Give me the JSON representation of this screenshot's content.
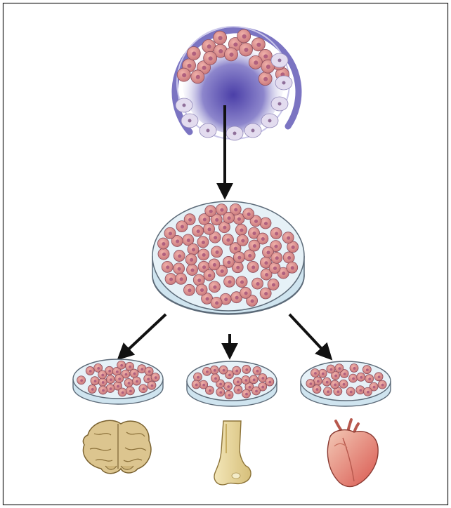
{
  "figure": {
    "stages": [
      {
        "id": "blastocyst",
        "icon": "blastocyst-icon"
      },
      {
        "id": "stem-cell-culture",
        "icon": "petri-dish-icon"
      },
      {
        "id": "neural-culture",
        "icon": "petri-dish-icon",
        "tissue": "brain-icon"
      },
      {
        "id": "bone-culture",
        "icon": "petri-dish-icon",
        "tissue": "bone-icon"
      },
      {
        "id": "cardiac-culture",
        "icon": "petri-dish-icon",
        "tissue": "heart-icon"
      }
    ],
    "colors": {
      "cell_fill": "#d98f8c",
      "cell_nucleus": "#b0607e",
      "blastocyst_glow": "#5b4fb3",
      "blastocyst_ring": "#7b74c2",
      "dish_fill": "#dfeef6",
      "dish_stroke": "#5c6a78",
      "arrow": "#111111",
      "brain": "#d9c08a",
      "bone": "#e4d39c",
      "heart": "#e79a86"
    }
  }
}
